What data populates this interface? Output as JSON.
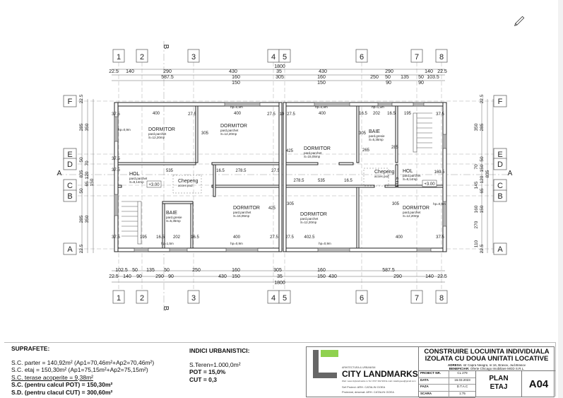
{
  "plan": {
    "axes_columns": [
      "1",
      "2",
      "3",
      "4",
      "5",
      "6",
      "7",
      "8"
    ],
    "axes_rows": [
      "F",
      "E",
      "D",
      "C",
      "B",
      "A"
    ],
    "section_marks": {
      "b_top": "B",
      "b_bottom": "B",
      "a_left": "A",
      "a_right": "A"
    },
    "top_dims": {
      "total": "1800",
      "row_axes": [
        "22.5",
        "140",
        "290",
        "430",
        "35",
        "430",
        "290",
        "140",
        "22.5"
      ],
      "row_openings": [
        "587.5",
        "160",
        "305",
        "160",
        "250",
        "50",
        "135",
        "50",
        "103.5"
      ],
      "row_small": [
        "150",
        "150",
        "90",
        "90"
      ]
    },
    "bottom_dims": {
      "total": "1800",
      "row_openings": [
        "102.5",
        "50",
        "135",
        "50",
        "250",
        "160",
        "305",
        "160",
        "587.5"
      ],
      "row_axes": [
        "22.5",
        "140",
        "90",
        "290",
        "90",
        "430",
        "150",
        "35",
        "150",
        "430",
        "290",
        "140",
        "22.5"
      ]
    },
    "left_dims": [
      "22.5",
      "285",
      "350",
      "50",
      "70",
      "835",
      "120",
      "65",
      "150",
      "50",
      "285",
      "350",
      "22.5"
    ],
    "right_dims": [
      "22.5",
      "350",
      "285",
      "50",
      "70",
      "150",
      "835",
      "120",
      "145",
      "65",
      "160",
      "150",
      "270",
      "110",
      "22.5"
    ],
    "rooms": [
      {
        "name": "DORMITOR",
        "floor": "pard.parchet",
        "area": "S=12,20mp"
      },
      {
        "name": "DORMITOR",
        "floor": "pard.parchet",
        "area": "S=12,20mp"
      },
      {
        "name": "HOL",
        "floor": "pard.parchet",
        "area": "S=8,14mp"
      },
      {
        "name": "Chepeng",
        "floor": "acces pod",
        "area": ""
      },
      {
        "name": "BAIE",
        "floor": "pard.gresie",
        "area": "S=5,35mp"
      },
      {
        "name": "DORMITOR",
        "floor": "pard.parchet",
        "area": "S=15,05mp"
      },
      {
        "name": "DORMITOR",
        "floor": "pard.parchet",
        "area": "S=15,05mp"
      },
      {
        "name": "BAIE",
        "floor": "pard.gresie",
        "area": "S=5,35mp"
      },
      {
        "name": "HOL",
        "floor": "pard.parchet",
        "area": "S=8,14mp"
      },
      {
        "name": "Chepeng",
        "floor": "acces pod",
        "area": ""
      },
      {
        "name": "DORMITOR",
        "floor": "pard.parchet",
        "area": "S=12,20mp"
      },
      {
        "name": "DORMITOR",
        "floor": "pard.parchet",
        "area": "S=12,20mp"
      }
    ],
    "levels": [
      "+3.00",
      "+3.00"
    ],
    "window_heights": [
      "hp=0,9m",
      "hp=0,9m",
      "hp=1,5m",
      "hp=0,9m",
      "hp=1,5m",
      "hp=0,9m",
      "hp=0,9m",
      "hp=0,9m"
    ],
    "inner_dims": [
      "37.5",
      "400",
      "27.5",
      "400",
      "27.5",
      "10",
      "27.5",
      "400",
      "16.5",
      "202",
      "16.5",
      "195",
      "37.5",
      "305",
      "305",
      "425",
      "285",
      "37.5",
      "535",
      "16.5",
      "278.5",
      "27.5",
      "143.5",
      "535",
      "278.5",
      "16.5",
      "169.5",
      "37.5",
      "37.5",
      "195",
      "16.5",
      "202",
      "16.5",
      "400",
      "27.5",
      "27.5",
      "402.5",
      "400",
      "37.5",
      "305",
      "305",
      "425",
      "265"
    ]
  },
  "areas": {
    "title": "SUPRAFETE:",
    "lines": [
      "S.C. parter  = 140,92m² (Ap1=70,46m²+Ap2=70,46m²)",
      "S.C. etaj     = 150,30m² (Ap1=75,15m²+Ap2=75,15m²)",
      "S.C. terase acoperite = 9,38m²",
      "S.C. (pentru calcul POT) = 150,30m²",
      "S.D. (pentru clacul CUT) = 300,60m²"
    ]
  },
  "indici": {
    "title": "INDICI URBANISTICI:",
    "lines": [
      "S.Teren=1.000,0m²",
      "POT = 15,0%",
      "CUT = 0,3"
    ]
  },
  "title_block": {
    "firm_tagline": "ARHITECTURA & URBANISM",
    "firm_name": "CITY LANDMARKS",
    "firm_contact": "Web: www.citylandmarks.ro  Tel: 0727 292 900  E-mail: catalingoea@gmail.com",
    "sef_proiect": "Sef Proiect: ARH. CATALIN GOEA",
    "proiectat": "Proiectat, desenat: ARH. CATALIN GOEA",
    "project_title_1": "CONSTRUIRE LOCUINTA INDIVIDUALA",
    "project_title_2": "IZOLATA CU DOUA UNITATI LOCATIVE",
    "address_label": "ADRESA:",
    "address": "str Capra Neagra, nr.16, Brasov, Jud.Brasov",
    "client_label": "BENEFICIAR:",
    "client": "Oferte Chicago Imobiliare MGD S.R.L.",
    "meta": [
      {
        "key": "PROIECT NR.",
        "value": "CL 279"
      },
      {
        "key": "DATA",
        "value": "16.03.2023"
      },
      {
        "key": "FAZA",
        "value": "D.T.A.C"
      },
      {
        "key": "SCARA",
        "value": "1:75"
      }
    ],
    "sheet_name_1": "PLAN",
    "sheet_name_2": "ETAJ",
    "sheet_number": "A04",
    "logo_green": "#8fd14f",
    "logo_gray": "#666666"
  }
}
